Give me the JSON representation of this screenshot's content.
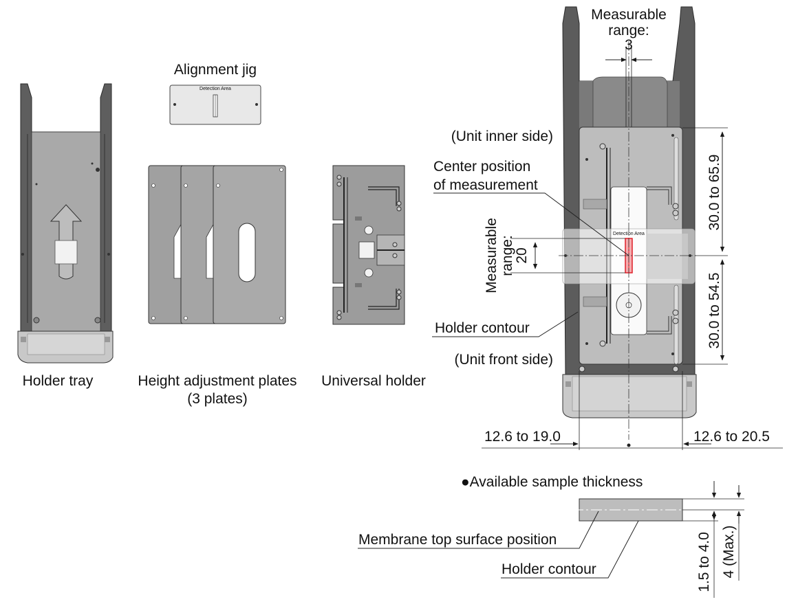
{
  "labels": {
    "alignment_jig": "Alignment jig",
    "detection_area_jig": "Detection Area",
    "holder_tray": "Holder tray",
    "height_plates_line1": "Height adjustment plates",
    "height_plates_line2": "(3 plates)",
    "universal_holder": "Universal holder",
    "meas_range_top_l1": "Measurable",
    "meas_range_top_l2": "range:",
    "meas_range_top_val": "3",
    "unit_inner_side": "(Unit inner side)",
    "center_pos_l1": "Center position",
    "center_pos_l2": "of measurement",
    "meas_range_side_l1": "Measurable",
    "meas_range_side_l2": "range:",
    "meas_range_side_val": "20",
    "detection_area_main": "Detection Area",
    "holder_contour": "Holder contour",
    "unit_front_side": "(Unit front side)",
    "dim_upper": "30.0 to 65.9",
    "dim_lower": "30.0 to 54.5",
    "dim_left": "12.6 to 19.0",
    "dim_right": "12.6 to 20.5",
    "sample_thickness_title": "●Available sample thickness",
    "membrane_top": "Membrane top surface position",
    "holder_contour_2": "Holder contour",
    "dim_thickness": "1.5 to 4.0",
    "dim_max": "4 (Max.)"
  },
  "colors": {
    "tray_dark": "#6b6b6b",
    "plate_gray": "#9a9a9a",
    "plate_light": "#bdbdbd",
    "jig_fill": "#e6e6e6",
    "detection_red": "#e0202a",
    "line": "#1a1a1a"
  }
}
